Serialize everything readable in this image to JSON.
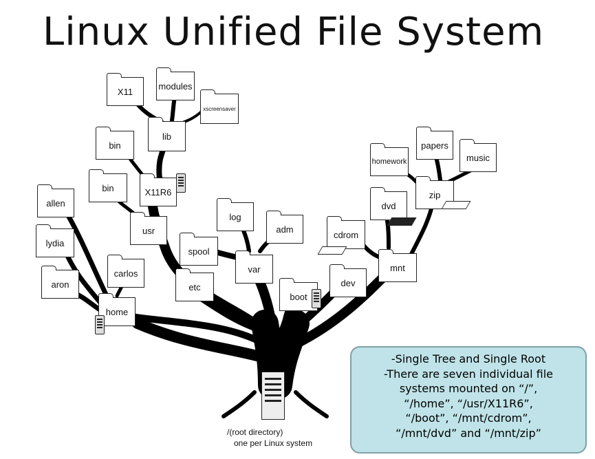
{
  "title": "Linux Unified File System",
  "folders": {
    "x11": "X11",
    "modules": "modules",
    "xscreensaver": "xscreensaver",
    "lib": "lib",
    "bin1": "bin",
    "x11r6": "X11R6",
    "bin2": "bin",
    "allen": "allen",
    "usr": "usr",
    "lydia": "lydia",
    "carlos": "carlos",
    "aron": "aron",
    "home": "home",
    "log": "log",
    "adm": "adm",
    "spool": "spool",
    "var": "var",
    "etc": "etc",
    "boot": "boot",
    "cdrom": "cdrom",
    "dev": "dev",
    "dvd": "dvd",
    "mnt": "mnt",
    "homework": "homework",
    "papers": "papers",
    "music": "music",
    "zip": "zip"
  },
  "root_caption": {
    "line1": "/(root directory)",
    "line2": "one per Linux system"
  },
  "note": {
    "line1": "-Single Tree and Single Root",
    "line2": "-There are seven individual file",
    "line3": "systems mounted on “/”,",
    "line4": "“/home”, “/usr/X11R6”,",
    "line5": "“/boot”, “/mnt/cdrom”,",
    "line6": "“/mnt/dvd” and “/mnt/zip”"
  },
  "colors": {
    "branch": "#000000",
    "note_bg": "#bfe3e8",
    "note_border": "#7fa0a6"
  }
}
